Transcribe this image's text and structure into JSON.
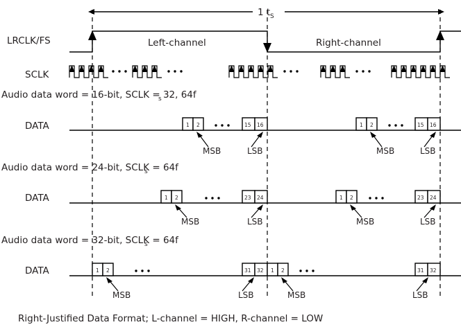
{
  "diagram": {
    "title_footer": "Right-Justified Data Format; L-channel = HIGH, R-channel = LOW",
    "period_label": "1 t",
    "period_label_sub": "S",
    "signals": [
      {
        "name": "lrclk-fs",
        "label": "LRCLK/FS"
      },
      {
        "name": "sclk",
        "label": "SCLK"
      },
      {
        "name": "data-16",
        "label": "DATA"
      },
      {
        "name": "data-24",
        "label": "DATA"
      },
      {
        "name": "data-32",
        "label": "DATA"
      }
    ],
    "channels": [
      {
        "name": "left-channel",
        "label": "Left-channel"
      },
      {
        "name": "right-channel",
        "label": "Right-channel"
      }
    ],
    "configs": [
      {
        "name": "config-16bit",
        "prefix": "Audio data word = 16-bit, SCLK = 32, 64f",
        "sub": "s"
      },
      {
        "name": "config-24bit",
        "prefix": "Audio data word = 24-bit, SCLK = 64f",
        "sub": "s"
      },
      {
        "name": "config-32bit",
        "prefix": "Audio data word = 32-bit, SCLK = 64f",
        "sub": "s"
      }
    ],
    "markers": {
      "msb": "MSB",
      "lsb": "LSB"
    },
    "rows": [
      {
        "name": "row-16bit",
        "bits": 16,
        "left_first": [
          "1",
          "2"
        ],
        "left_last": [
          "15",
          "16"
        ],
        "right_first": [
          "1",
          "2"
        ],
        "right_last": [
          "15",
          "16"
        ]
      },
      {
        "name": "row-24bit",
        "bits": 24,
        "left_first": [
          "1",
          "2"
        ],
        "left_last": [
          "23",
          "24"
        ],
        "right_first": [
          "1",
          "2"
        ],
        "right_last": [
          "23",
          "24"
        ]
      },
      {
        "name": "row-32bit",
        "bits": 32,
        "left_first": [
          "1",
          "2"
        ],
        "left_last": [
          "31",
          "32"
        ],
        "right_first": [
          "1",
          "2"
        ],
        "right_last": [
          "31",
          "32"
        ]
      }
    ],
    "ellipsis": "· · ·",
    "colors": {
      "line": "#000000",
      "text": "#231f20",
      "background": "#ffffff"
    }
  }
}
